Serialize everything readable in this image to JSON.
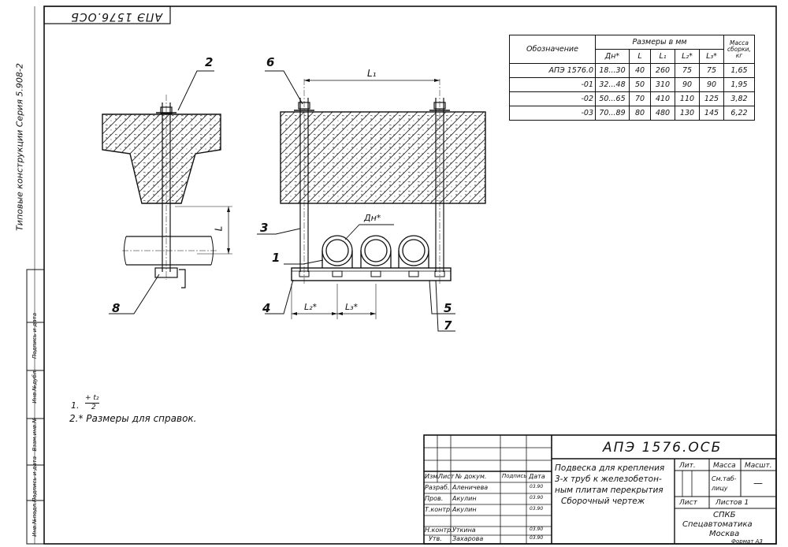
{
  "stamp_code": "АПЭ 1576.ОСБ",
  "side_series": "Типовые конструкции  Серия 5.908-2",
  "side_fields": [
    "Инв.№подл.",
    "Подпись и дата",
    "Взам.инв.№",
    "Инв.№дубл.",
    "Подпись и дата"
  ],
  "callouts": {
    "c1": "1",
    "c2": "2",
    "c3": "3",
    "c4": "4",
    "c5": "5",
    "c6": "6",
    "c7": "7",
    "c8": "8"
  },
  "dims": {
    "L": "L",
    "L1": "L₁",
    "L2": "L₂*",
    "L3": "L₃*",
    "Dn": "Дн*"
  },
  "notes": {
    "n1": "1.",
    "n1_frac_top": "+ t₂",
    "n1_frac_bottom": "2",
    "n2": "2.* Размеры для справок."
  },
  "spec": {
    "header_left": "Обозначение",
    "header_group": "Размеры в мм",
    "header_mass": "Масса сборки, кг",
    "cols": [
      "Дн*",
      "L",
      "L₁",
      "L₂*",
      "L₃*"
    ],
    "rows": [
      {
        "des": "АПЭ 1576.0",
        "dn": "18...30",
        "L": "40",
        "L1": "260",
        "L2": "75",
        "L3": "75",
        "m": "1,65"
      },
      {
        "des": "-01",
        "dn": "32...48",
        "L": "50",
        "L1": "310",
        "L2": "90",
        "L3": "90",
        "m": "1,95"
      },
      {
        "des": "-02",
        "dn": "50...65",
        "L": "70",
        "L1": "410",
        "L2": "110",
        "L3": "125",
        "m": "3,82"
      },
      {
        "des": "-03",
        "dn": "70...89",
        "L": "80",
        "L1": "480",
        "L2": "130",
        "L3": "145",
        "m": "6,22"
      }
    ]
  },
  "title_block": {
    "code": "АПЭ 1576.ОСБ",
    "hdr": [
      "Изм.",
      "Лист",
      "№ докум.",
      "Подпись",
      "Дата"
    ],
    "people": [
      {
        "role": "Разраб.",
        "name": "Аленичева",
        "date": "03.90"
      },
      {
        "role": "Пров.",
        "name": "Акулин",
        "date": "03.90"
      },
      {
        "role": "Т.контр.",
        "name": "Акулин",
        "date": "03.90"
      },
      {
        "role": "Н.контр.",
        "name": "Уткина",
        "date": "03.90"
      },
      {
        "role": "Утв.",
        "name": "Захарова",
        "date": "03.90"
      }
    ],
    "desc1": "Подвеска для крепления",
    "desc2": "3-х труб к железобетон-",
    "desc3": "ным плитам перекрытия",
    "desc4": "Сборочный чертеж",
    "lit": "Лит.",
    "mass": "Масса",
    "scale": "Масшт.",
    "mass_val": "См.таб- лицу",
    "scale_val": "—",
    "sheet": "Лист",
    "sheets": "Листов 1",
    "org1": "СПКБ",
    "org2": "Спецавтоматика",
    "org3": "Москва",
    "format": "Формат А3"
  }
}
